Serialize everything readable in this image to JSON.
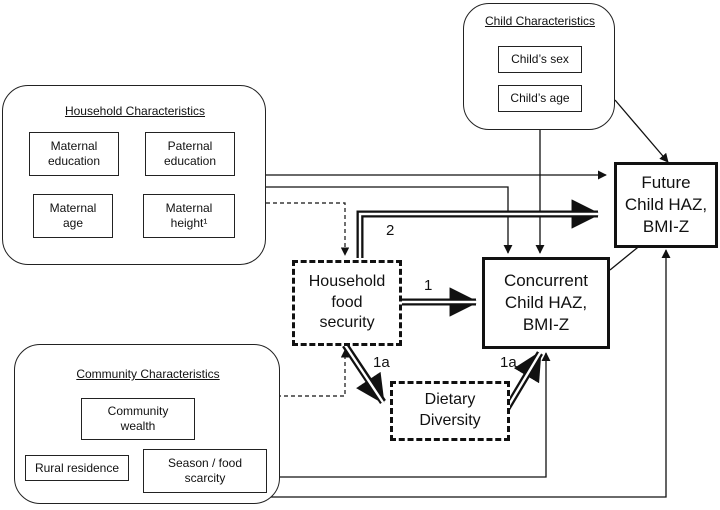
{
  "household": {
    "title": "Household Characteristics",
    "items": [
      "Maternal\neducation",
      "Paternal\neducation",
      "Maternal\nage",
      "Maternal\nheight¹"
    ]
  },
  "child": {
    "title": "Child Characteristics",
    "items": [
      "Child’s sex",
      "Child’s age"
    ]
  },
  "community": {
    "title": "Community Characteristics",
    "items": [
      "Community\nwealth",
      "Rural residence",
      "Season / food\nscarcity"
    ]
  },
  "nodes": {
    "food_security": "Household\nfood\nsecurity",
    "concurrent": "Concurrent\nChild HAZ,\nBMI-Z",
    "future": "Future\nChild HAZ,\nBMI-Z",
    "dietary": "Dietary\nDiversity"
  },
  "path_labels": {
    "p1": "1",
    "p2": "2",
    "p1a_left": "1a",
    "p1a_right": "1a"
  }
}
